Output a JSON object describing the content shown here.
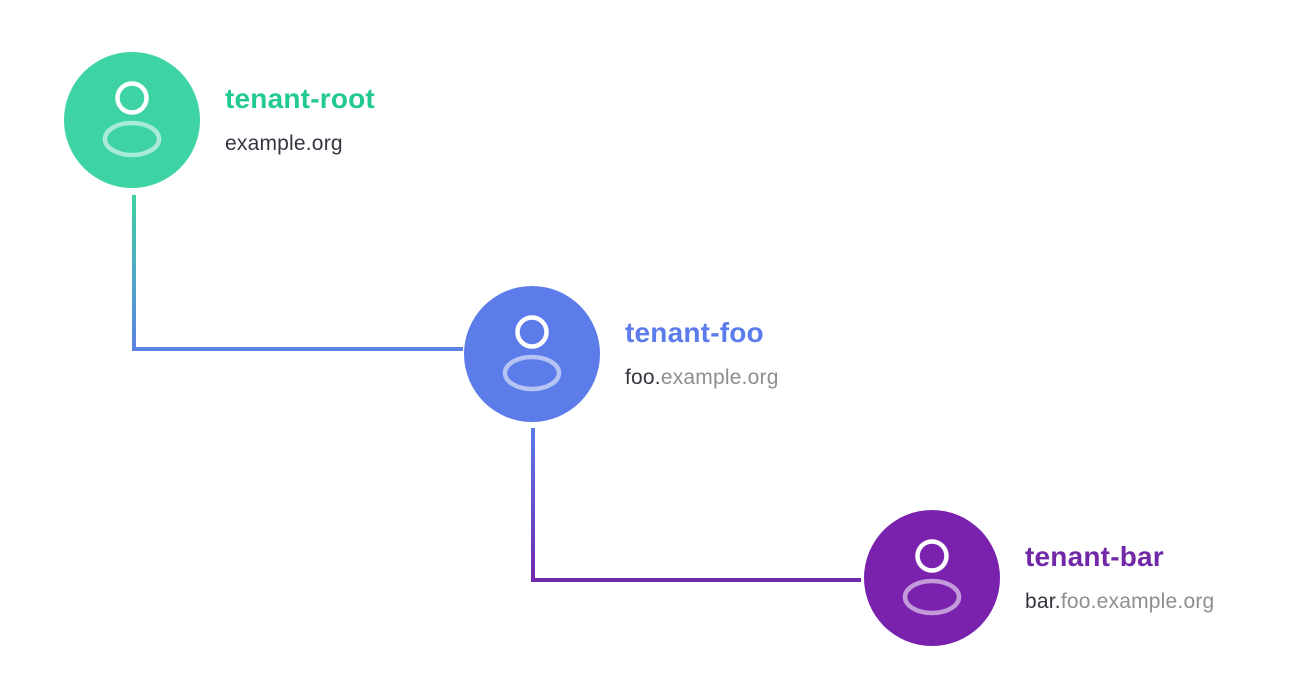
{
  "diagram_title": "tenant-hierarchy-diagram",
  "nodes": [
    {
      "title": "tenant-root",
      "domain_strong": "example.org",
      "domain_muted": "",
      "color": "#3ed3a4",
      "title_color": "#22c993"
    },
    {
      "title": "tenant-foo",
      "domain_strong": "foo.",
      "domain_muted": "example.org",
      "color": "#5b7ce9",
      "title_color": "#5b7cea"
    },
    {
      "title": "tenant-bar",
      "domain_strong": "bar.",
      "domain_muted": "foo.example.org",
      "color": "#7a22ad",
      "title_color": "#7129a8"
    }
  ],
  "connectors": [
    {
      "from": "tenant-root",
      "to": "tenant-foo",
      "color_from": "#3fd2a2",
      "color_to": "#5b82e4"
    },
    {
      "from": "tenant-foo",
      "to": "tenant-bar",
      "color_from": "#5b7ce9",
      "color_to": "#7129ad"
    }
  ],
  "text_colors": {
    "domain_strong": "#35343f",
    "domain_muted": "#8e8e93"
  }
}
